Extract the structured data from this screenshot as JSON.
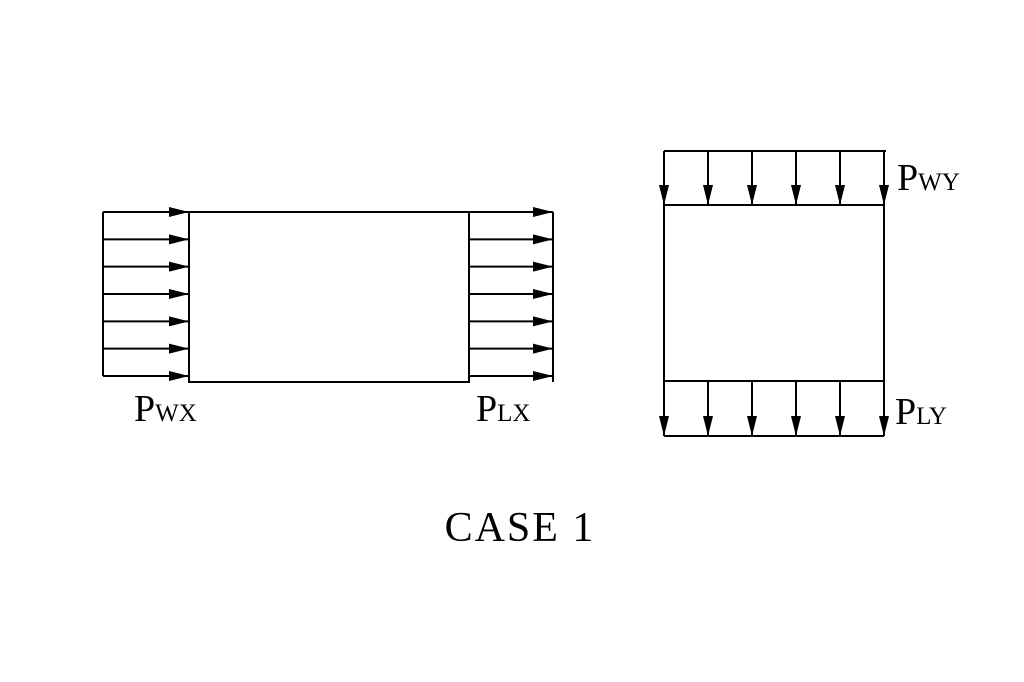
{
  "diagram": {
    "title": "CASE 1",
    "left_figure": {
      "arrow_count_per_side": 7,
      "direction": "right",
      "labels": {
        "pwx": {
          "main": "P",
          "sub": "WX"
        },
        "plx": {
          "main": "P",
          "sub": "LX"
        }
      }
    },
    "right_figure": {
      "arrow_count_per_side": 6,
      "direction": "down",
      "labels": {
        "pwy": {
          "main": "P",
          "sub": "WY"
        },
        "ply": {
          "main": "P",
          "sub": "LY"
        }
      }
    },
    "colors": {
      "stroke": "#000000",
      "background": "#ffffff"
    }
  }
}
